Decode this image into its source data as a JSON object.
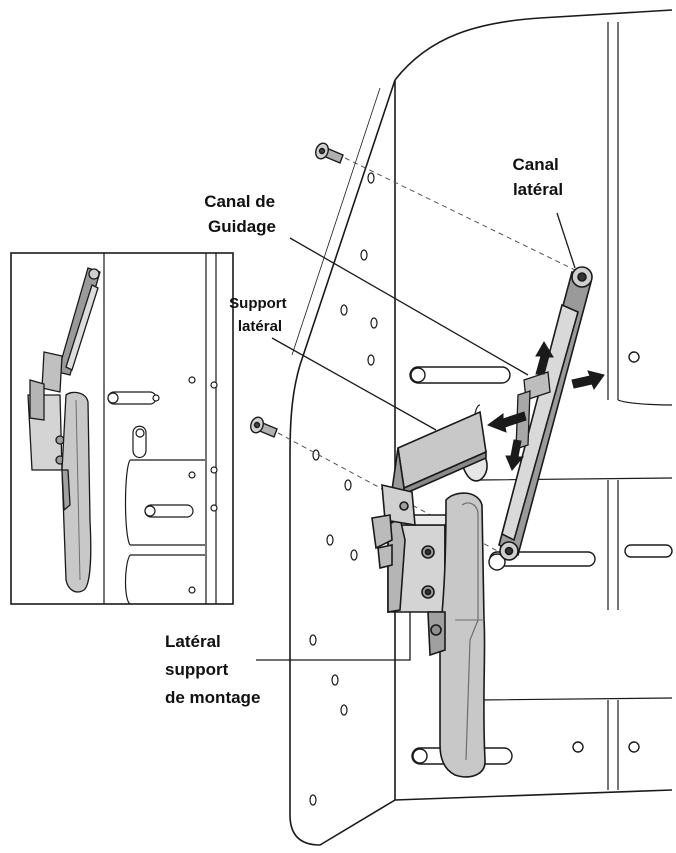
{
  "labels": {
    "canal_lateral": [
      "Canal",
      "latéral"
    ],
    "canal_guidage": [
      "Canal de",
      "Guidage"
    ],
    "support_lateral": [
      "Support",
      "latéral"
    ],
    "lateral_support_montage": [
      "Latéral",
      "support",
      "de montage"
    ]
  },
  "colors": {
    "line": "#1a1a1a",
    "panel_fill": "#ffffff",
    "part_fill": "#c9c9c9",
    "part_dark": "#8a8a8a",
    "part_light": "#e2e2e2",
    "dash": "#555555"
  }
}
